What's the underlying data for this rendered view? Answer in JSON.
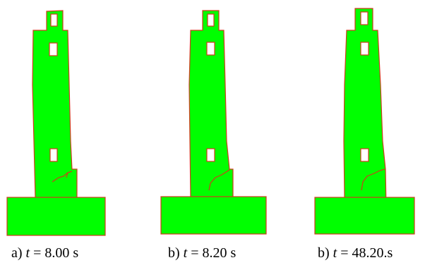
{
  "colors": {
    "fill": "#00ff00",
    "stroke": "#d03a1c",
    "background": "#ffffff"
  },
  "panels": [
    {
      "caption": {
        "prefix": "a) ",
        "var": "t",
        "rest": " = 8.00 s"
      }
    },
    {
      "caption": {
        "prefix": "b) ",
        "var": "t",
        "rest": " = 8.20 s"
      }
    },
    {
      "caption": {
        "prefix": "b) ",
        "var": "t",
        "rest": " = 48.20.s"
      }
    }
  ]
}
